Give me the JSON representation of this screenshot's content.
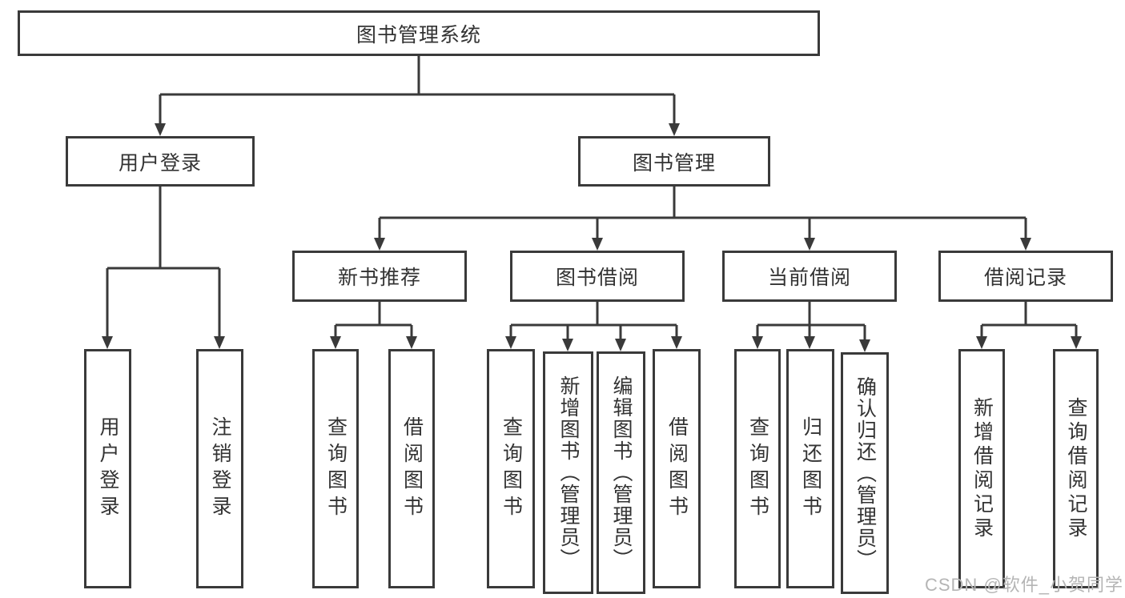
{
  "colors": {
    "line": "#3a3a3a",
    "box_border": "#3a3a3a",
    "text": "#333333",
    "background": "#ffffff",
    "watermark_text": "#b5b5b5"
  },
  "tree": {
    "root": {
      "label": "图书管理系统"
    },
    "user_login": {
      "label": "用户登录",
      "children": [
        {
          "label": "用户登录"
        },
        {
          "label": "注销登录"
        }
      ]
    },
    "book_mgmt": {
      "label": "图书管理",
      "children": [
        {
          "label": "新书推荐",
          "children": [
            {
              "label": "查询图书"
            },
            {
              "label": "借阅图书"
            }
          ]
        },
        {
          "label": "图书借阅",
          "children": [
            {
              "label": "查询图书"
            },
            {
              "label": "新增图书（管理员）"
            },
            {
              "label": "编辑图书（管理员）"
            },
            {
              "label": "借阅图书"
            }
          ]
        },
        {
          "label": "当前借阅",
          "children": [
            {
              "label": "查询图书"
            },
            {
              "label": "归还图书"
            },
            {
              "label": "确认归还（管理员）"
            }
          ]
        },
        {
          "label": "借阅记录",
          "children": [
            {
              "label": "新增借阅记录"
            },
            {
              "label": "查询借阅记录"
            }
          ]
        }
      ]
    }
  },
  "watermark": {
    "text": "CSDN @软件_小贺同学"
  }
}
